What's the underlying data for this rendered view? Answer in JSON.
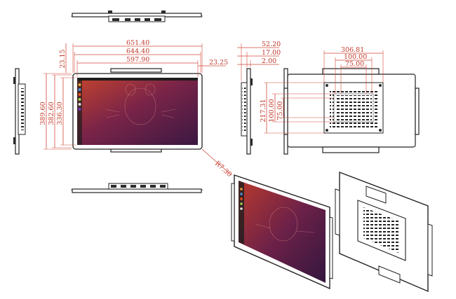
{
  "front_view": {
    "width_outer": "651.40",
    "width_mid": "644.40",
    "width_inner": "597.90",
    "top_margin": "23.15",
    "right_margin": "23.25",
    "height_outer": "389.60",
    "height_mid": "382.60",
    "height_inner": "336.30",
    "diagonal": "R7.30"
  },
  "side_view": {
    "depth_total": "52.20",
    "depth_mid": "17.00",
    "depth_front": "2.00"
  },
  "rear_view": {
    "vesa_outer_width": "306.81",
    "vesa_mid_width": "100.00",
    "vesa_inner_width": "75.00",
    "vesa_outer_height": "217.31",
    "vesa_mid_height": "100.00",
    "vesa_inner_height": "75.00"
  },
  "colors": {
    "dimension": "#c0392b",
    "screen_top": "#c2432d",
    "screen_bottom": "#3a1842"
  }
}
